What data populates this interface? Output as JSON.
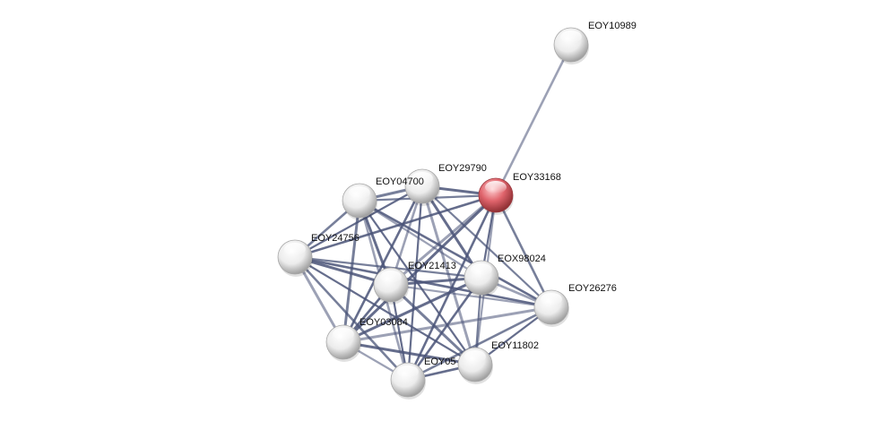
{
  "network": {
    "edge_color": "#4a5478",
    "query_node_color": "#e0646c",
    "node_color": "#e8e8e8",
    "nodes": [
      {
        "id": "EOY10989",
        "label": "EOY10989",
        "query": false
      },
      {
        "id": "EOY33168",
        "label": "EOY33168",
        "query": true
      },
      {
        "id": "EOY29790",
        "label": "EOY29790",
        "query": false
      },
      {
        "id": "EOY04700",
        "label": "EOY04700",
        "query": false
      },
      {
        "id": "EOY24756",
        "label": "EOY24756",
        "query": false
      },
      {
        "id": "EOY21413",
        "label": "EOY21413",
        "query": false
      },
      {
        "id": "EOX98024",
        "label": "EOX98024",
        "query": false
      },
      {
        "id": "EOY26276",
        "label": "EOY26276",
        "query": false
      },
      {
        "id": "EOY03084",
        "label": "EOY03084",
        "query": false
      },
      {
        "id": "EOY11802",
        "label": "EOY11802",
        "query": false
      },
      {
        "id": "EOY05",
        "label": "EOY05",
        "query": false
      }
    ],
    "edges": [
      [
        "EOY10989",
        "EOY33168"
      ],
      [
        "EOY33168",
        "EOY29790"
      ],
      [
        "EOY33168",
        "EOY04700"
      ],
      [
        "EOY33168",
        "EOY24756"
      ],
      [
        "EOY33168",
        "EOY21413"
      ],
      [
        "EOY33168",
        "EOX98024"
      ],
      [
        "EOY33168",
        "EOY26276"
      ],
      [
        "EOY33168",
        "EOY03084"
      ],
      [
        "EOY33168",
        "EOY11802"
      ],
      [
        "EOY33168",
        "EOY05"
      ],
      [
        "EOY29790",
        "EOY04700"
      ],
      [
        "EOY29790",
        "EOY24756"
      ],
      [
        "EOY29790",
        "EOY21413"
      ],
      [
        "EOY29790",
        "EOX98024"
      ],
      [
        "EOY29790",
        "EOY26276"
      ],
      [
        "EOY29790",
        "EOY03084"
      ],
      [
        "EOY29790",
        "EOY11802"
      ],
      [
        "EOY29790",
        "EOY05"
      ],
      [
        "EOY04700",
        "EOY24756"
      ],
      [
        "EOY04700",
        "EOY21413"
      ],
      [
        "EOY04700",
        "EOX98024"
      ],
      [
        "EOY04700",
        "EOY26276"
      ],
      [
        "EOY04700",
        "EOY03084"
      ],
      [
        "EOY04700",
        "EOY11802"
      ],
      [
        "EOY04700",
        "EOY05"
      ],
      [
        "EOY24756",
        "EOY21413"
      ],
      [
        "EOY24756",
        "EOX98024"
      ],
      [
        "EOY24756",
        "EOY26276"
      ],
      [
        "EOY24756",
        "EOY03084"
      ],
      [
        "EOY24756",
        "EOY11802"
      ],
      [
        "EOY24756",
        "EOY05"
      ],
      [
        "EOY21413",
        "EOX98024"
      ],
      [
        "EOY21413",
        "EOY26276"
      ],
      [
        "EOY21413",
        "EOY03084"
      ],
      [
        "EOY21413",
        "EOY11802"
      ],
      [
        "EOY21413",
        "EOY05"
      ],
      [
        "EOX98024",
        "EOY26276"
      ],
      [
        "EOX98024",
        "EOY03084"
      ],
      [
        "EOX98024",
        "EOY11802"
      ],
      [
        "EOX98024",
        "EOY05"
      ],
      [
        "EOY26276",
        "EOY03084"
      ],
      [
        "EOY26276",
        "EOY11802"
      ],
      [
        "EOY26276",
        "EOY05"
      ],
      [
        "EOY03084",
        "EOY11802"
      ],
      [
        "EOY03084",
        "EOY05"
      ],
      [
        "EOY11802",
        "EOY05"
      ]
    ]
  }
}
